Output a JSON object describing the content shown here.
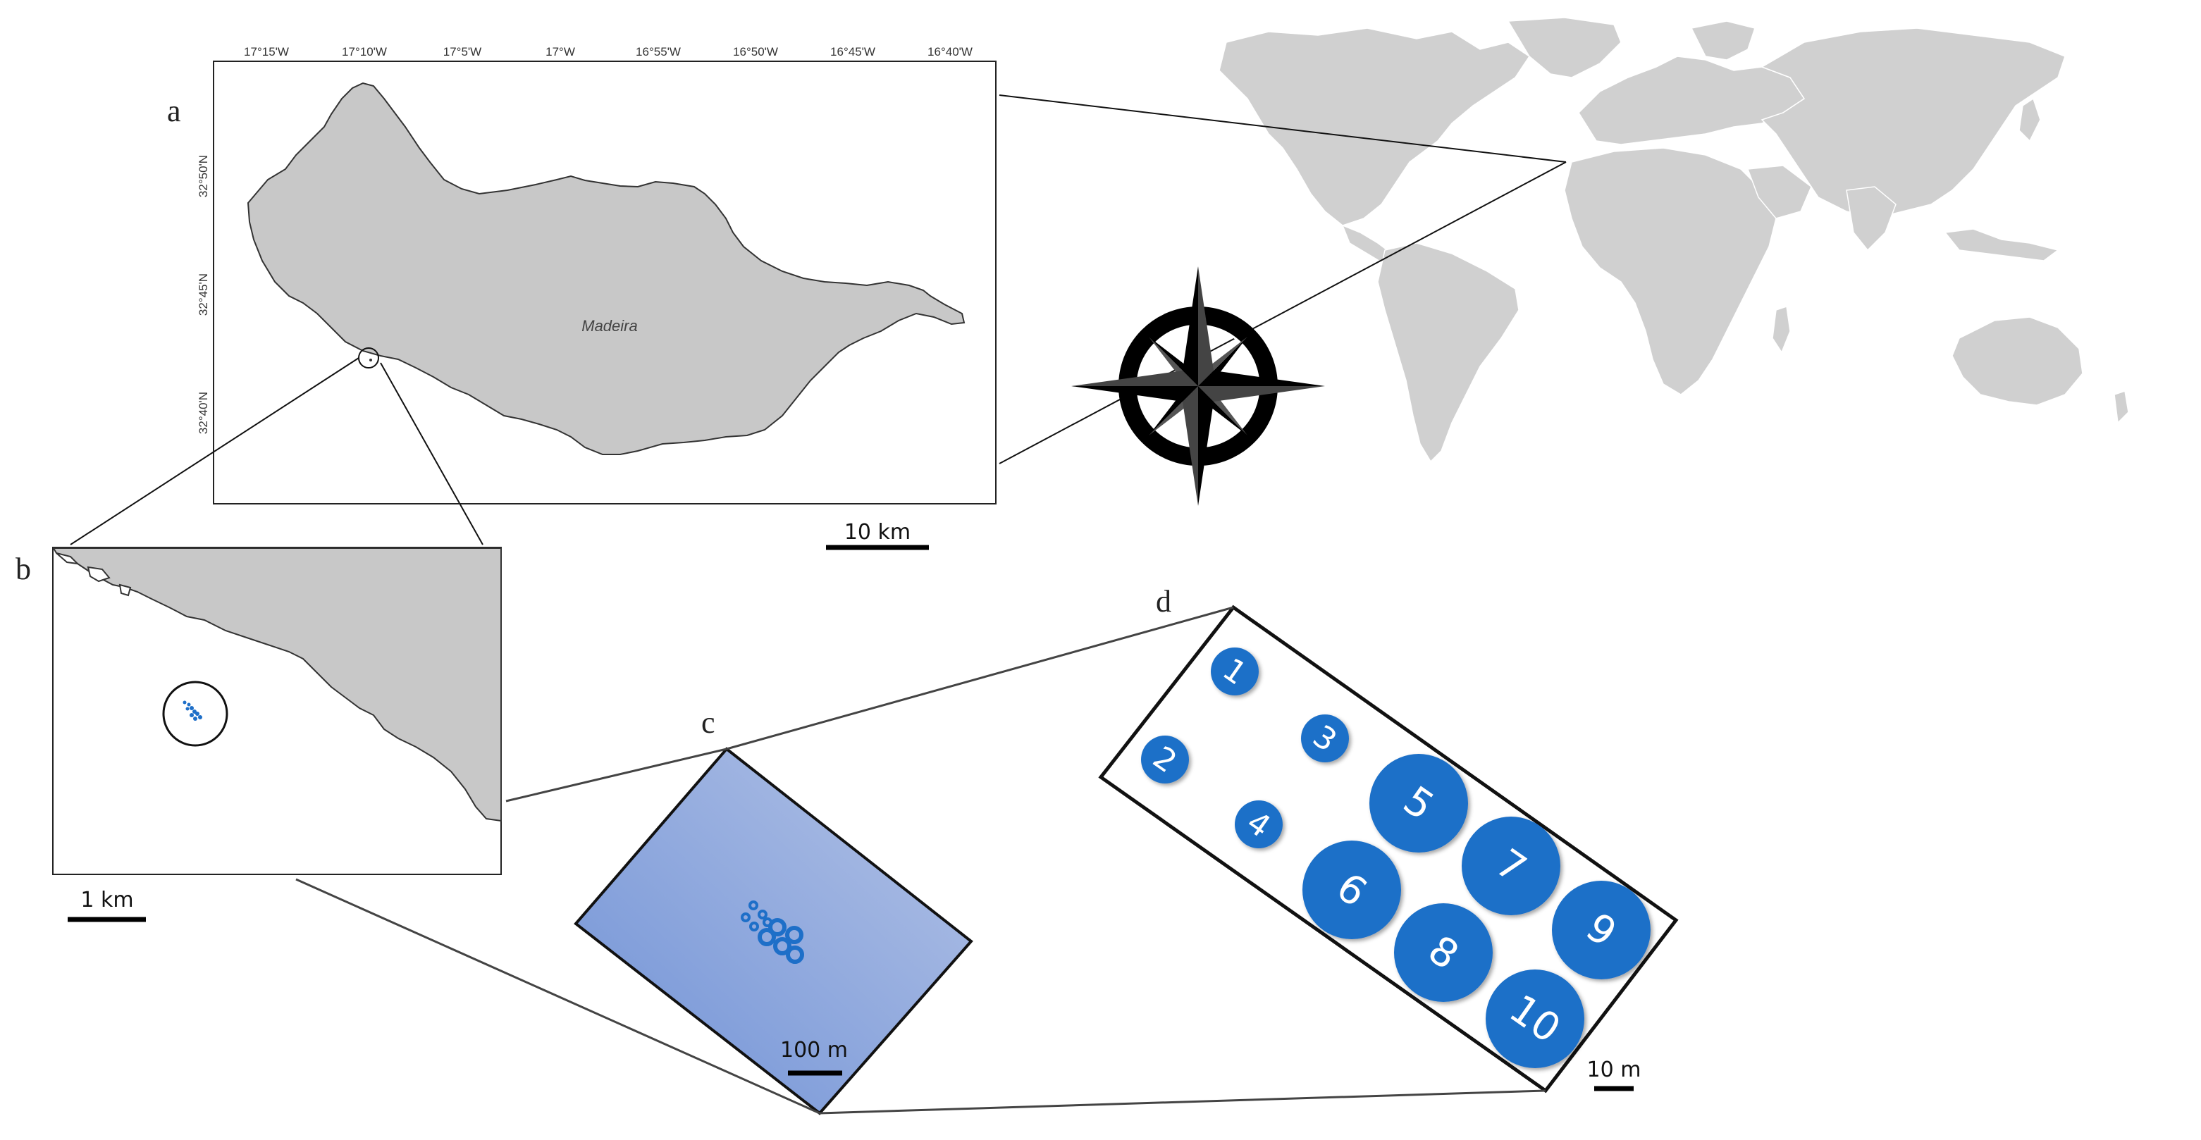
{
  "panels": {
    "a": {
      "letter": "a",
      "island_label": "Madeira",
      "x_ticks": [
        "17°15'W",
        "17°10'W",
        "17°5'W",
        "17°W",
        "16°55'W",
        "16°50'W",
        "16°45'W",
        "16°40'W"
      ],
      "y_ticks": [
        "32°50'N",
        "32°45'N",
        "32°40'N"
      ],
      "scale_label": "10 km"
    },
    "b": {
      "letter": "b",
      "scale_label": "1 km"
    },
    "c": {
      "letter": "c",
      "scale_label": "100 m"
    },
    "d": {
      "letter": "d",
      "scale_label": "10 m",
      "circles": [
        "1",
        "2",
        "3",
        "4",
        "5",
        "6",
        "7",
        "8",
        "9",
        "10"
      ]
    }
  },
  "icons": {
    "compass": "compass-rose-icon",
    "world": "world-map-icon"
  },
  "colors": {
    "land": "#c8c8c8",
    "circle_blue": "#1e6fc8",
    "sea_blue": "#7f9fd8"
  }
}
